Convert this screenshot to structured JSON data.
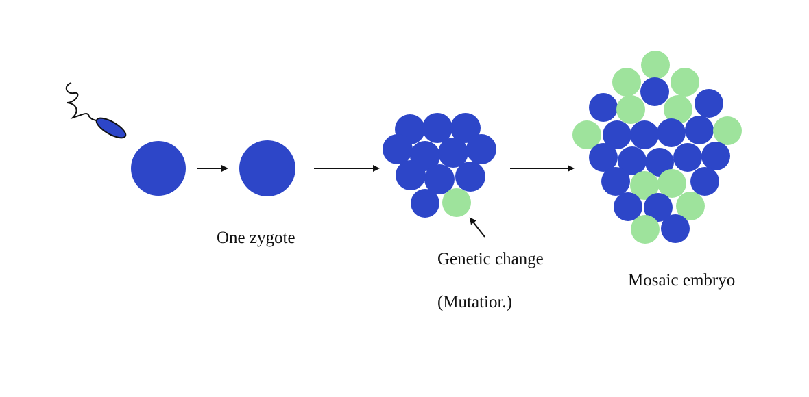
{
  "colors": {
    "blue_cell": "#2d46c8",
    "green_cell": "#9ee39c",
    "arrow": "#111111",
    "sperm_fill": "#2d46c8",
    "sperm_stroke": "#111111"
  },
  "labels": {
    "zygote": "One zygote",
    "genetic_change": "Genetic change",
    "mutation": "(Mutatior.)",
    "mosaic": "Mosaic embryo"
  },
  "icons": {
    "sperm": "sperm-icon",
    "arrow": "arrow-icon"
  }
}
